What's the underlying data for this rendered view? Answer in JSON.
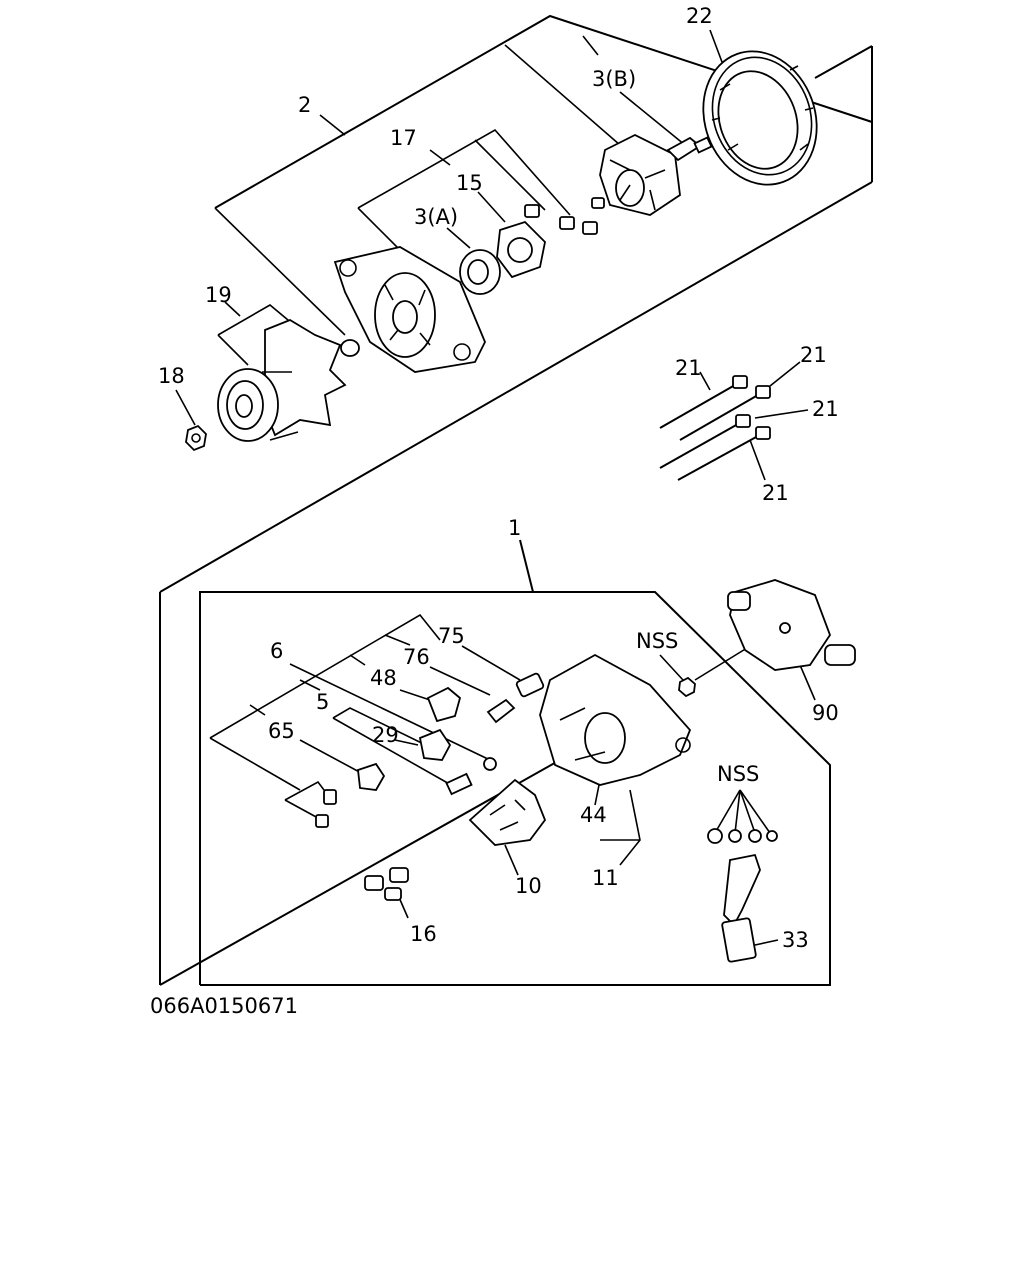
{
  "labels": {
    "l2": "2",
    "l3b": "3(B)",
    "l22": "22",
    "l17": "17",
    "l15": "15",
    "l3a": "3(A)",
    "l19": "19",
    "l18": "18",
    "l21a": "21",
    "l21b": "21",
    "l21c": "21",
    "l21d": "21",
    "l1": "1",
    "l75": "75",
    "l76": "76",
    "l6": "6",
    "l48": "48",
    "l5": "5",
    "l29": "29",
    "l65": "65",
    "lnss1": "NSS",
    "l90": "90",
    "lnss2": "NSS",
    "l44": "44",
    "l10": "10",
    "l11": "11",
    "l16": "16",
    "l33": "33"
  },
  "drawing_code": "066A0150671"
}
